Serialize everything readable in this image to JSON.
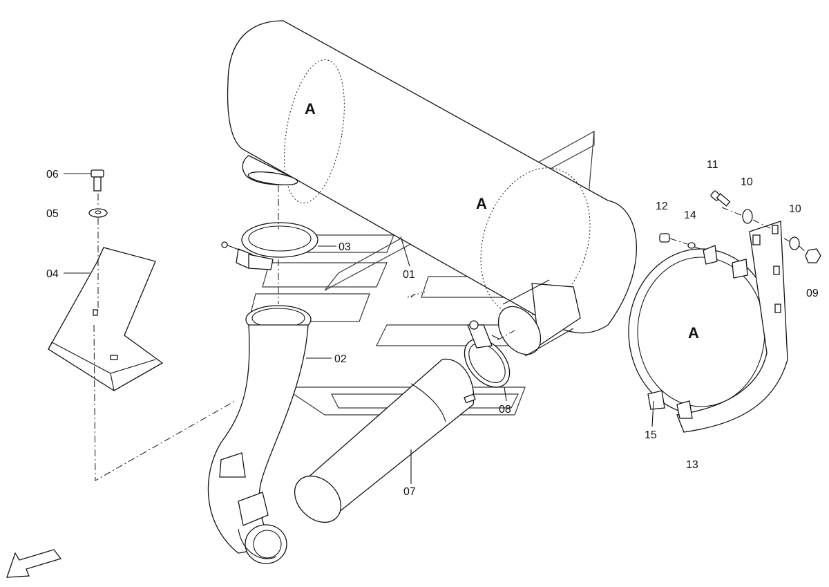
{
  "callouts": {
    "c01": "01",
    "c02": "02",
    "c03": "03",
    "c04": "04",
    "c05": "05",
    "c06": "06",
    "c07": "07",
    "c08": "08",
    "c09": "09",
    "c10a": "10",
    "c10b": "10",
    "c11": "11",
    "c12": "12",
    "c13": "13",
    "c14": "14",
    "c15": "15"
  },
  "markers": {
    "a1": "A",
    "a2": "A",
    "a3": "A"
  },
  "icons": {
    "direction_arrow": "arrow-down-left-icon"
  }
}
